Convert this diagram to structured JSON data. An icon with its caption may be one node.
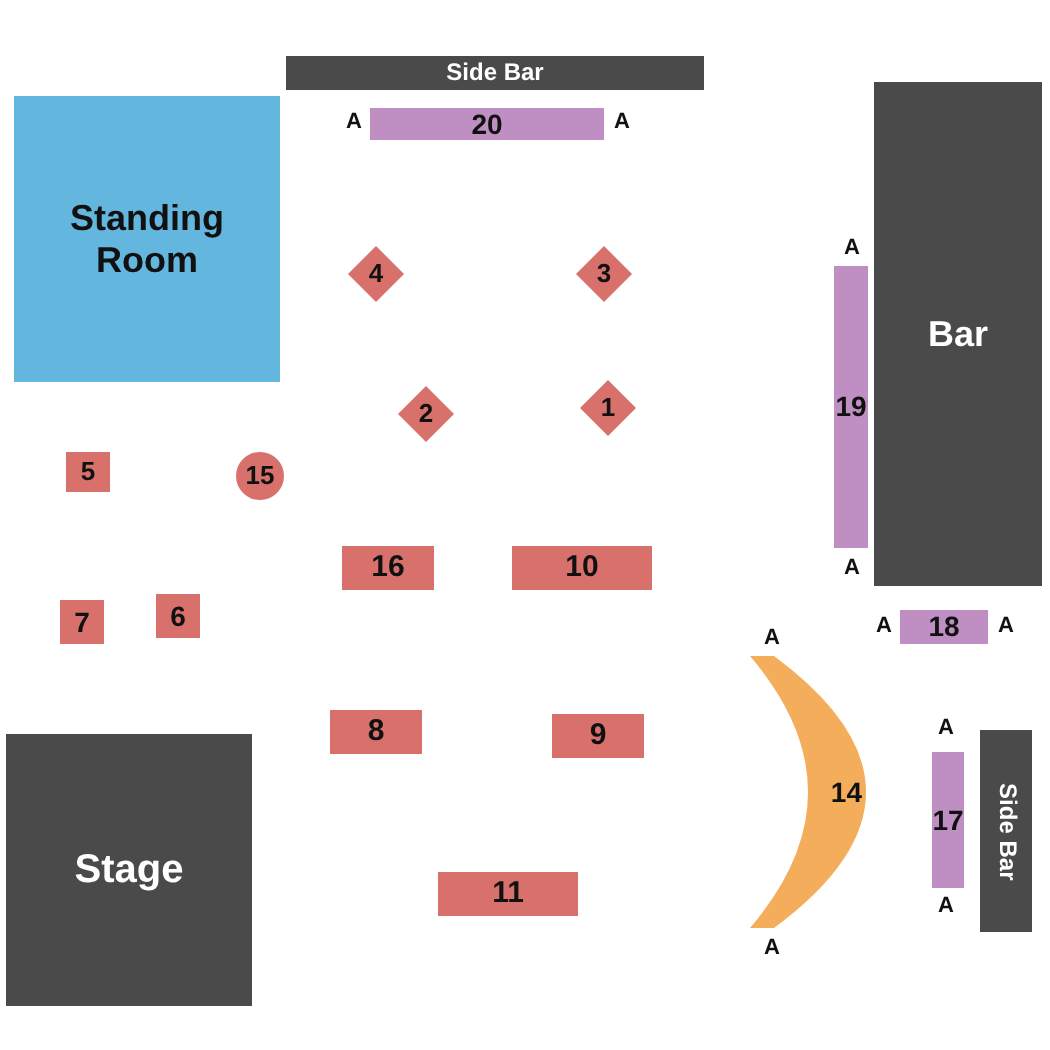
{
  "diagram": {
    "nodes": [
      {
        "text": [
          "Side Bar"
        ]
      },
      {
        "text": [
          "20"
        ]
      },
      {
        "text": [
          "Standing Room"
        ]
      },
      {
        "text": [
          "Bar"
        ]
      },
      {
        "text": [
          "4"
        ]
      },
      {
        "text": [
          "3"
        ]
      },
      {
        "text": [
          "19"
        ]
      },
      {
        "text": [
          "2"
        ]
      },
      {
        "text": [
          "1"
        ]
      },
      {
        "text": [
          "5"
        ]
      },
      {
        "text": [
          "15"
        ]
      },
      {
        "text": [
          "16"
        ]
      },
      {
        "text": [
          "10"
        ]
      },
      {
        "text": [
          "7"
        ]
      },
      {
        "text": [
          "6"
        ]
      },
      {
        "text": [
          "18"
        ]
      },
      {
        "text": [
          "8"
        ]
      },
      {
        "text": [
          "9"
        ]
      },
      {
        "text": [
          "14"
        ]
      },
      {
        "text": [
          "17"
        ]
      },
      {
        "text": [
          "Side Bar"
        ]
      },
      {
        "text": [
          "Stage"
        ]
      },
      {
        "text": [
          "11"
        ]
      }
    ],
    "labels": [
      "A",
      "A",
      "A",
      "A",
      "A",
      "A",
      "A",
      "A",
      "A",
      "A"
    ]
  }
}
